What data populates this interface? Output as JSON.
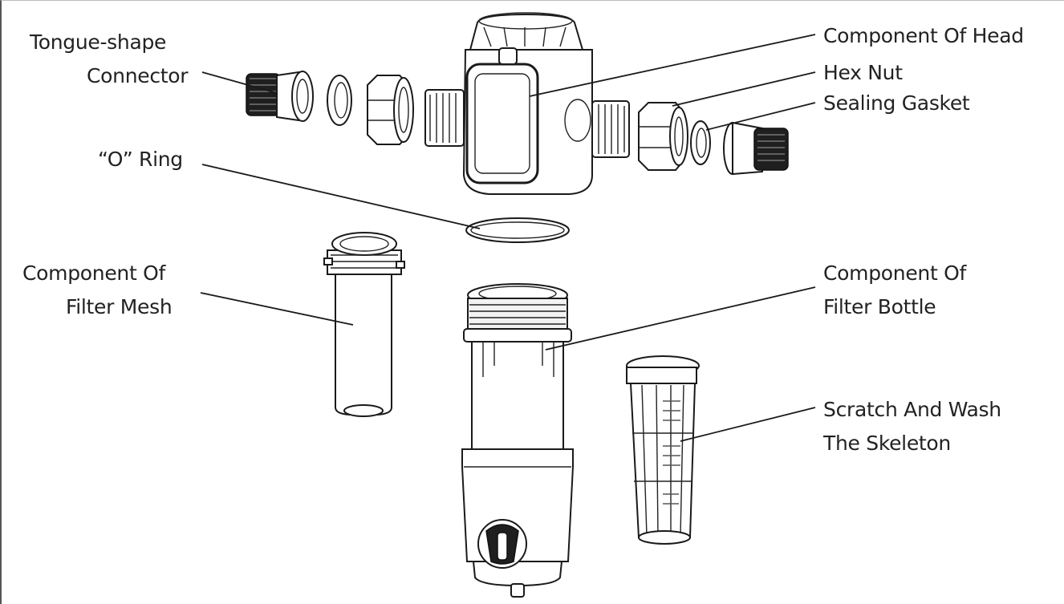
{
  "labels": {
    "tongue_connector": [
      "Tongue-shape",
      "Connector"
    ],
    "o_ring": "“O” Ring",
    "filter_mesh": [
      "Component Of",
      "Filter Mesh"
    ],
    "head": "Component Of Head",
    "hex_nut": "Hex Nut",
    "sealing_gasket": "Sealing Gasket",
    "filter_bottle": [
      "Component Of",
      "Filter Bottle"
    ],
    "skeleton": [
      "Scratch And Wash",
      "The Skeleton"
    ]
  }
}
